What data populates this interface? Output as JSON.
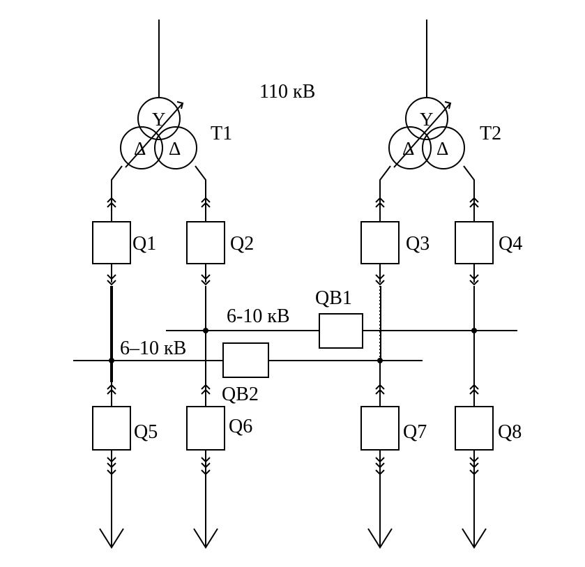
{
  "voltage_hv": "110 кВ",
  "transformers": [
    {
      "label": "T1",
      "primary_symbol": "Y",
      "secondary_symbols": [
        "Δ",
        "Δ"
      ]
    },
    {
      "label": "T2",
      "primary_symbol": "Y",
      "secondary_symbols": [
        "Δ",
        "Δ"
      ]
    }
  ],
  "breakers_upper": [
    "Q1",
    "Q2",
    "Q3",
    "Q4"
  ],
  "breakers_lower": [
    "Q5",
    "Q6",
    "Q7",
    "Q8"
  ],
  "bus_upper": {
    "voltage": "6-10 кВ",
    "sectional_breaker": "QB1"
  },
  "bus_lower": {
    "voltage": "6–10 кВ",
    "sectional_breaker": "QB2"
  }
}
